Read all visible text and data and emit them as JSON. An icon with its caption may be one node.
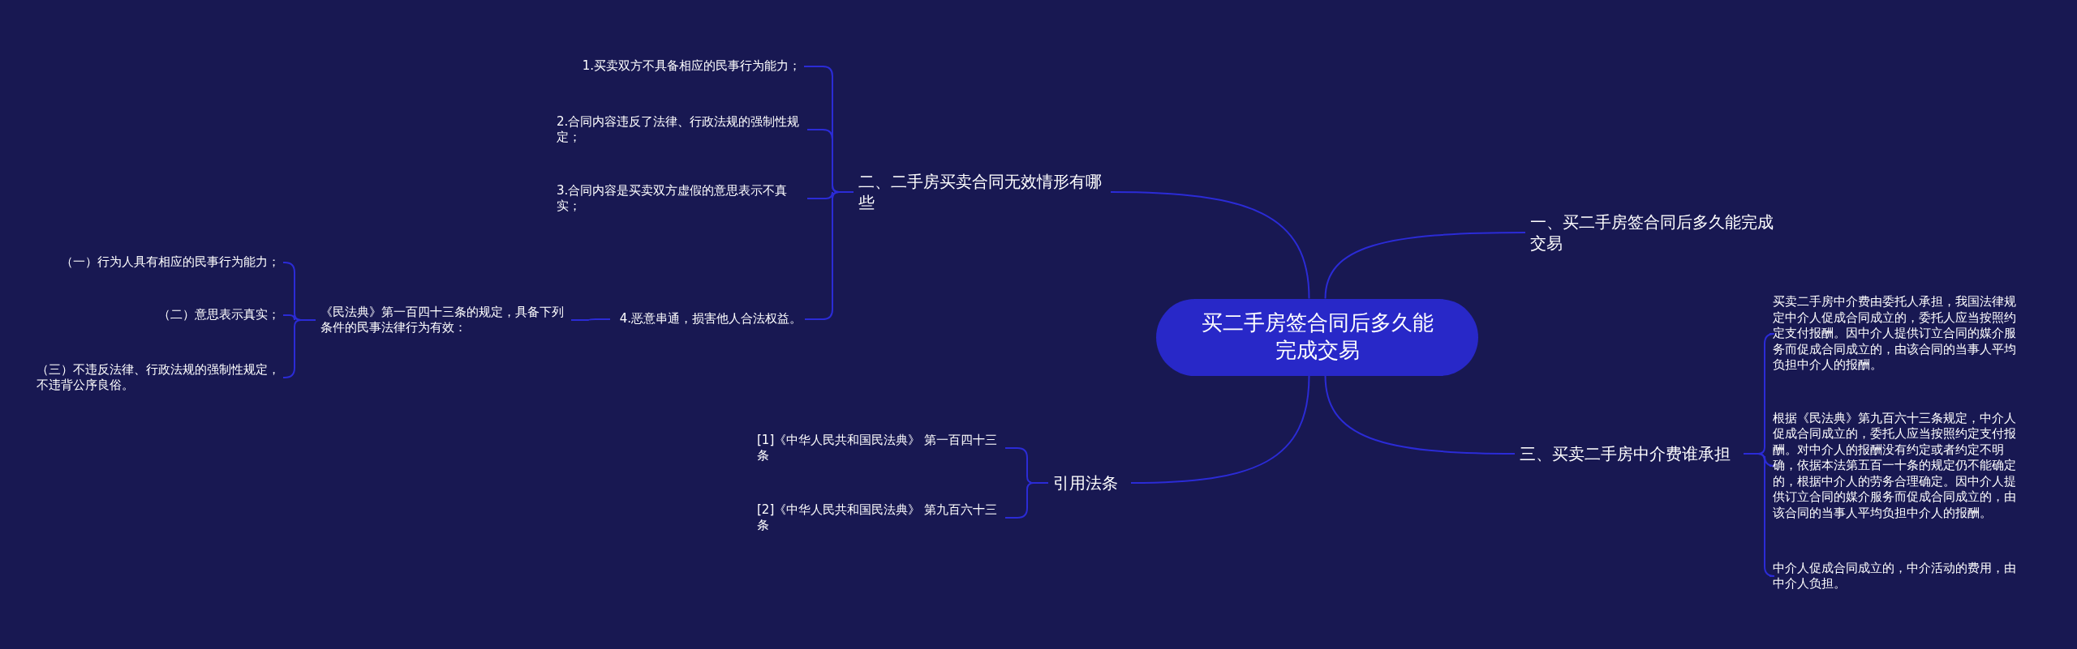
{
  "diagram": {
    "nodes": [
      {
        "text": [
          "买二手房签合同后多久能完成交易"
        ]
      },
      {
        "text": [
          "一、买二手房签合同后多久能完成交易"
        ]
      },
      {
        "text": [
          "二、二手房买卖合同无效情形有哪些"
        ]
      },
      {
        "text": [
          "1.买卖双方不具备相应的民事行为能力；"
        ]
      },
      {
        "text": [
          "2.合同内容违反了法律、行政法规的强制性规定；"
        ]
      },
      {
        "text": [
          "3.合同内容是买卖双方虚假的意思表示不真实；"
        ]
      },
      {
        "text": [
          "4.恶意串通，损害他人合法权益。"
        ]
      },
      {
        "text": [
          "《民法典》第一百四十三条的规定，具备下列条件的民事法律行为有效："
        ]
      },
      {
        "text": [
          "（一）行为人具有相应的民事行为能力；"
        ]
      },
      {
        "text": [
          "（二）意思表示真实；"
        ]
      },
      {
        "text": [
          "（三）不违反法律、行政法规的强制性规定，不违背公序良俗。"
        ]
      },
      {
        "text": [
          "三、买卖二手房中介费谁承担"
        ]
      },
      {
        "text": [
          "买卖二手房中介费由委托人承担，我国法律规定中介人促成合同成立的，委托人应当按照约定支付报酬。因中介人提供订立合同的媒介服务而促成合同成立的，由该合同的当事人平均负担中介人的报酬。"
        ]
      },
      {
        "text": [
          "根据《民法典》第九百六十三条规定，中介人促成合同成立的，委托人应当按照约定支付报酬。对中介人的报酬没有约定或者约定不明确，依据本法第五百一十条的规定仍不能确定的，根据中介人的劳务合理确定。因中介人提供订立合同的媒介服务而促成合同成立的，由该合同的当事人平均负担中介人的报酬。"
        ]
      },
      {
        "text": [
          "中介人促成合同成立的，中介活动的费用，由中介人负担。"
        ]
      },
      {
        "text": [
          "引用法条"
        ]
      },
      {
        "text": [
          "[1]《中华人民共和国民法典》 第一百四十三条"
        ]
      },
      {
        "text": [
          "[2]《中华人民共和国民法典》 第九百六十三条"
        ]
      }
    ],
    "edges": [
      {
        "from": 0,
        "to": 1,
        "arrow": "none"
      },
      {
        "from": 0,
        "to": 2,
        "arrow": "none"
      },
      {
        "from": 2,
        "to": 3,
        "arrow": "none"
      },
      {
        "from": 2,
        "to": 4,
        "arrow": "none"
      },
      {
        "from": 2,
        "to": 5,
        "arrow": "none"
      },
      {
        "from": 2,
        "to": 6,
        "arrow": "none"
      },
      {
        "from": 6,
        "to": 7,
        "arrow": "none"
      },
      {
        "from": 7,
        "to": 8,
        "arrow": "none"
      },
      {
        "from": 7,
        "to": 9,
        "arrow": "none"
      },
      {
        "from": 7,
        "to": 10,
        "arrow": "none"
      },
      {
        "from": 0,
        "to": 11,
        "arrow": "none"
      },
      {
        "from": 11,
        "to": 12,
        "arrow": "none"
      },
      {
        "from": 11,
        "to": 13,
        "arrow": "none"
      },
      {
        "from": 11,
        "to": 14,
        "arrow": "none"
      },
      {
        "from": 0,
        "to": 15,
        "arrow": "none"
      },
      {
        "from": 15,
        "to": 16,
        "arrow": "none"
      },
      {
        "from": 15,
        "to": 17,
        "arrow": "none"
      }
    ]
  }
}
